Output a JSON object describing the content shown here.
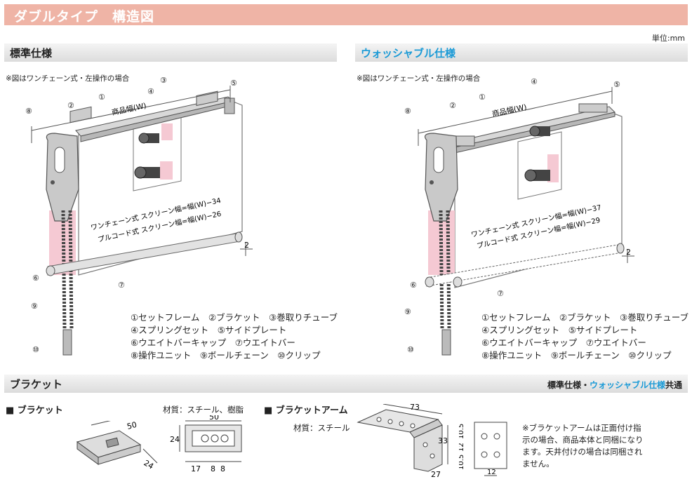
{
  "title": "ダブルタイプ　構造図",
  "unit": "単位:mm",
  "standard": {
    "heading": "標準仕様",
    "note": "※図はワンチェーン式・左操作の場合",
    "width_label": "商品幅(W)",
    "screen_line1": "ワンチェーン式 スクリーン幅=幅(W)−34",
    "screen_line2": "プルコード式 スクリーン幅=幅(W)−26",
    "gap": "2"
  },
  "washable": {
    "heading": "ウォッシャブル仕様",
    "note": "※図はワンチェーン式・左操作の場合",
    "width_label": "商品幅(W)",
    "screen_line1": "ワンチェーン式 スクリーン幅=幅(W)−37",
    "screen_line2": "プルコード式 スクリーン幅=幅(W)−29",
    "gap": "2"
  },
  "callouts": [
    "①",
    "②",
    "③",
    "④",
    "⑤",
    "⑥",
    "⑦",
    "⑧",
    "⑨",
    "⑩"
  ],
  "legend": [
    "①セットフレーム　②ブラケット　③巻取りチューブ",
    "④スプリングセット　⑤サイドプレート",
    "⑥ウエイトバーキャップ　⑦ウエイトバー",
    "⑧操作ユニット　⑨ボールチェーン　⑩クリップ"
  ],
  "bracket": {
    "heading": "ブラケット",
    "common_prefix": "標準仕様・",
    "common_blue": "ウォッシャブル仕様",
    "common_suffix": "共通",
    "bracket_label": "■ ブラケット",
    "bracket_material": "材質：スチール、樹脂",
    "arm_label": "■ ブラケットアーム",
    "arm_material": "材質：スチール",
    "dims_bracket": {
      "w50": "50",
      "d24": "24",
      "h24": "24",
      "w50b": "50",
      "d17": "17",
      "d8a": "8",
      "d8b": "8"
    },
    "dims_arm": {
      "d73": "73",
      "d33": "33",
      "d27": "27",
      "d12": "12",
      "v1": "10.5",
      "v2": "12",
      "v3": "10.5"
    },
    "arm_note": [
      "※ブラケットアームは正面付け指",
      "示の場合、商品本体と同梱になり",
      "ます。天井付けの場合は同梱され",
      "ません。"
    ]
  },
  "colors": {
    "title_bg": "#efb4a6",
    "accent_blue": "#1a9ad6",
    "pink": "#f5c9d3"
  }
}
